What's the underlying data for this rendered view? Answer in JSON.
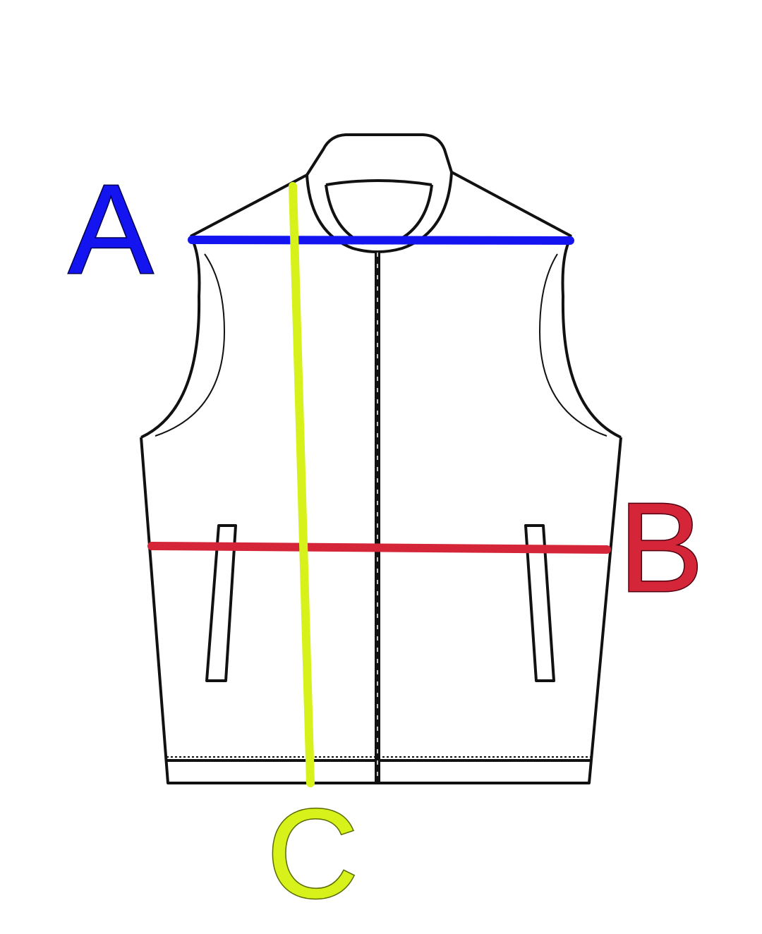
{
  "diagram": {
    "subject": "vest",
    "measurements": [
      {
        "label": "A",
        "color": "#1414f0"
      },
      {
        "label": "B",
        "color": "#d42638"
      },
      {
        "label": "C",
        "color": "#d6f21a"
      }
    ],
    "outline_color": "#111111"
  }
}
